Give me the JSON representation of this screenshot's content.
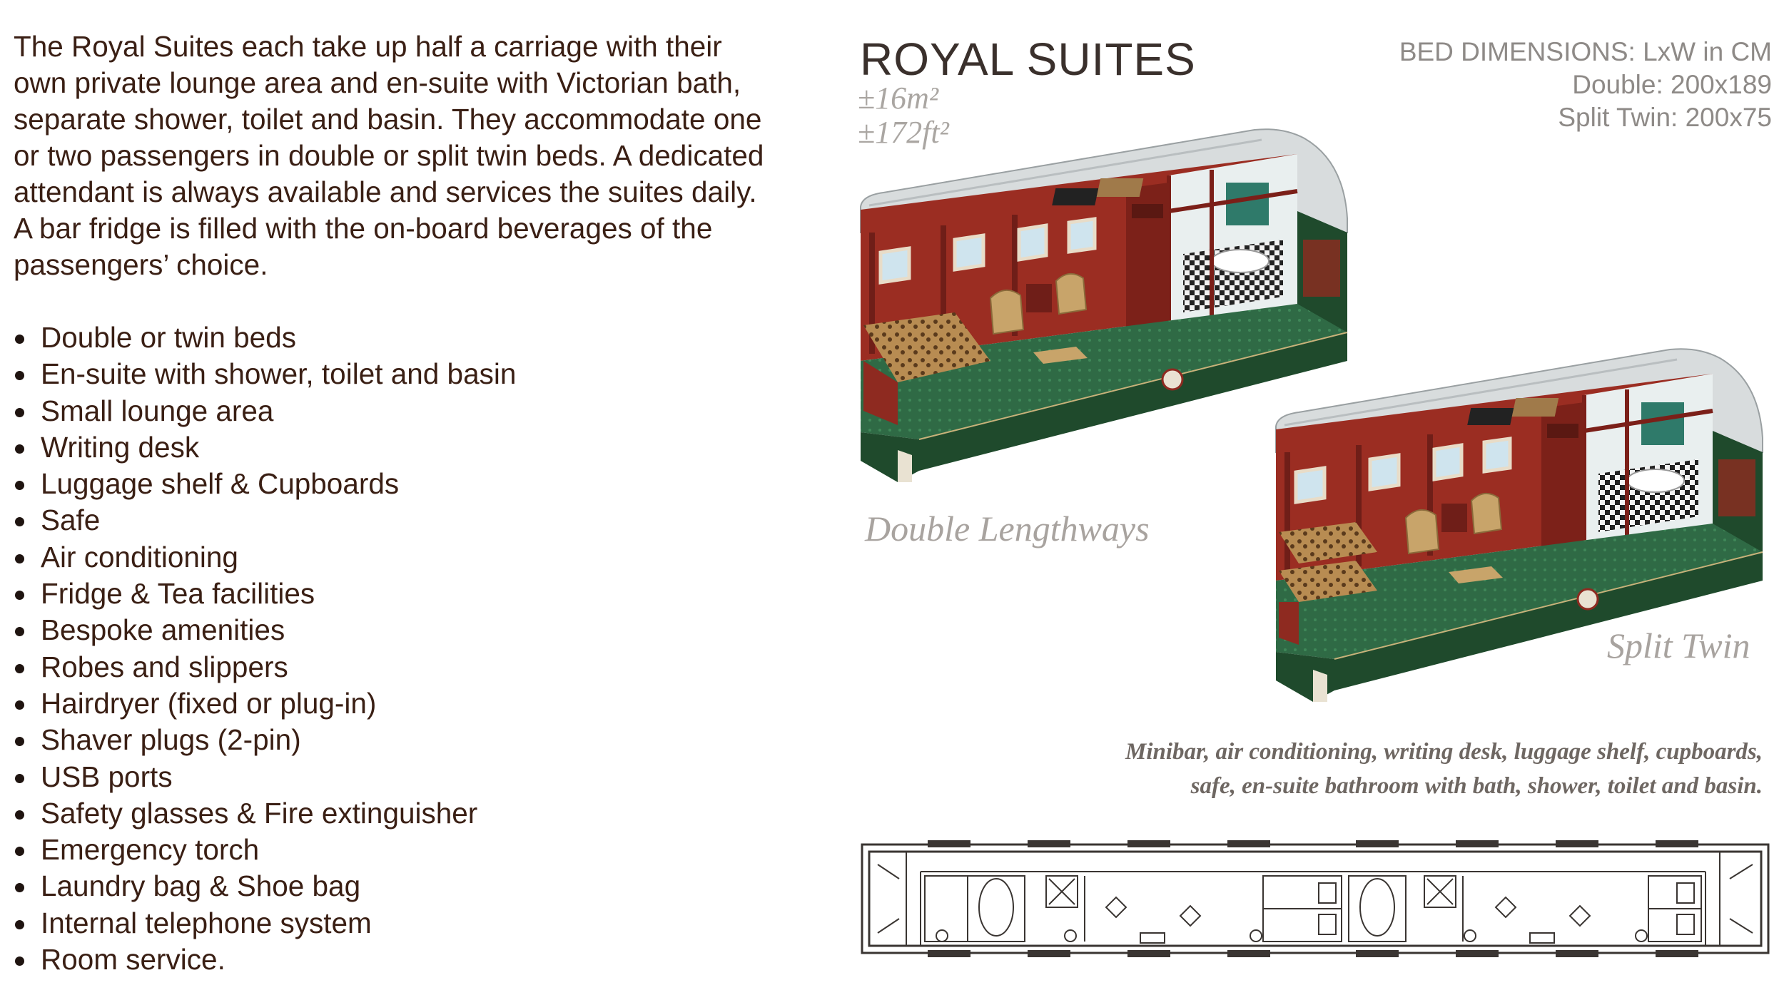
{
  "intro": "The Royal Suites each take up half a carriage with their own private lounge area and en-suite with Victorian bath, separate shower, toilet and basin. They accommodate one or two passengers in double or split twin beds. A dedicated attendant is always available and services the suites daily. A bar fridge is filled with the on-board beverages of the passengers’ choice.",
  "features": [
    "Double or twin beds",
    "En-suite with shower, toilet and basin",
    "Small lounge area",
    "Writing desk",
    "Luggage shelf & Cupboards",
    "Safe",
    "Air conditioning",
    "Fridge & Tea facilities",
    "Bespoke amenities",
    "Robes and slippers",
    "Hairdryer (fixed or plug-in)",
    "Shaver plugs (2-pin)",
    "USB ports",
    "Safety glasses & Fire extinguisher",
    "Emergency torch",
    "Laundry bag & Shoe bag",
    "Internal telephone system",
    "Room service."
  ],
  "suite": {
    "title": "ROYAL SUITES",
    "area_m2": "±16m²",
    "area_ft2": "±172ft²"
  },
  "bed_dimensions": {
    "heading": "BED DIMENSIONS: LxW in CM",
    "double": "Double: 200x189",
    "split_twin": "Split Twin: 200x75"
  },
  "captions": {
    "double": "Double Lengthways",
    "twin": "Split Twin"
  },
  "amenities": {
    "line1": "Minibar, air conditioning, writing desk, luggage shelf, cupboards,",
    "line2": "safe, en-suite bathroom with bath, shower, toilet and basin."
  },
  "colors": {
    "text": "#3a1f14",
    "wood": "#8e2a20",
    "carpet": "#2f6a45",
    "exterior": "#1f4a2c",
    "roof": "#d8dcdd"
  },
  "icons": {
    "bullet": "bullet-dot-icon",
    "floorplan": "floorplan-icon"
  }
}
